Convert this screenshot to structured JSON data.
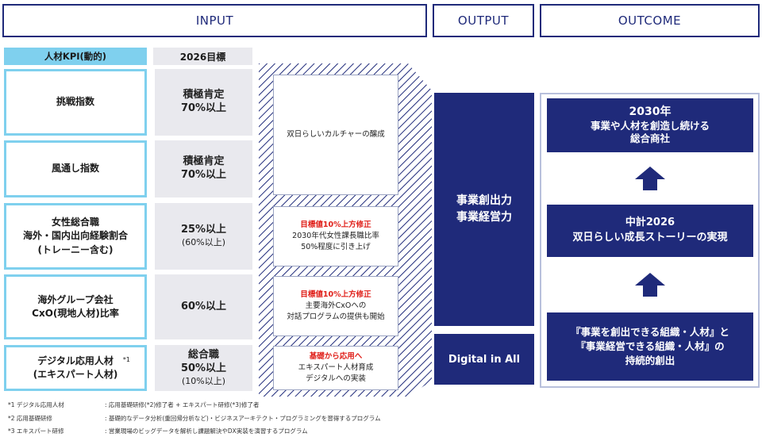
{
  "headers": {
    "input": "INPUT",
    "output": "OUTPUT",
    "outcome": "OUTCOME"
  },
  "columns": {
    "kpi": "人材KPI(動的)",
    "target": "2026目標"
  },
  "rows": [
    {
      "kpi": [
        "挑戦指数"
      ],
      "target": [
        "積極肯定",
        "70%以上"
      ],
      "target_small": ""
    },
    {
      "kpi": [
        "風通し指数"
      ],
      "target": [
        "積極肯定",
        "70%以上"
      ],
      "target_small": ""
    },
    {
      "kpi": [
        "女性総合職",
        "海外・国内出向経験割合",
        "(トレーニー含む)"
      ],
      "target": [
        "25%以上"
      ],
      "target_small": "(60%以上)"
    },
    {
      "kpi": [
        "海外グループ会社",
        "CxO(現地人材)比率"
      ],
      "target": [
        "60%以上"
      ],
      "target_small": ""
    },
    {
      "kpi": [
        "デジタル応用人材",
        "(エキスパート人材)"
      ],
      "kpi_mark": "*1",
      "target": [
        "総合職",
        "50%以上"
      ],
      "target_small": "(10%以上)"
    }
  ],
  "notes": [
    {
      "red": "",
      "text": [
        "双日らしいカルチャーの醸成"
      ]
    },
    {
      "red": "目標値10%上方修正",
      "text": [
        "2030年代女性課長職比率",
        "50%程度に引き上げ"
      ]
    },
    {
      "red": "目標値10%上方修正",
      "text": [
        "主要海外CxOへの",
        "対話プログラムの提供も開始"
      ]
    },
    {
      "red": "基礎から応用へ",
      "text": [
        "エキスパート人材育成",
        "デジタルへの実装"
      ]
    }
  ],
  "output": {
    "main": [
      "事業創出力",
      "事業経営力"
    ],
    "digital": "Digital in All"
  },
  "outcome": {
    "top": [
      "2030年",
      "事業や人材を創造し続ける",
      "総合商社"
    ],
    "middle": [
      "中計2026",
      "双日らしい成長ストーリーの実現"
    ],
    "bottom": [
      "『事業を創出できる組織・人材』と",
      "『事業経営できる組織・人材』の",
      "持続的創出"
    ]
  },
  "footnotes": [
    {
      "mark": "*1 デジタル応用人材",
      "text": ": 応用基礎研修(*2)修了者 + エキスパート研修(*3)修了者"
    },
    {
      "mark": "*2 応用基礎研修",
      "text": ": 基礎的なデータ分析(重回帰分析など)・ビジネスアーキテクト・プログラミングを習得するプログラム"
    },
    {
      "mark": "*3 エキスパート研修",
      "text": ": 営業現場のビッグデータを解析し課題解決やDX実装を演習するプログラム"
    }
  ],
  "colors": {
    "navy": "#1f2a7a",
    "kpi_border": "#7fd0ee",
    "kpi_header": "#7fd0ee",
    "target_bg": "#e9e9ee",
    "note_red": "#e0201a"
  }
}
